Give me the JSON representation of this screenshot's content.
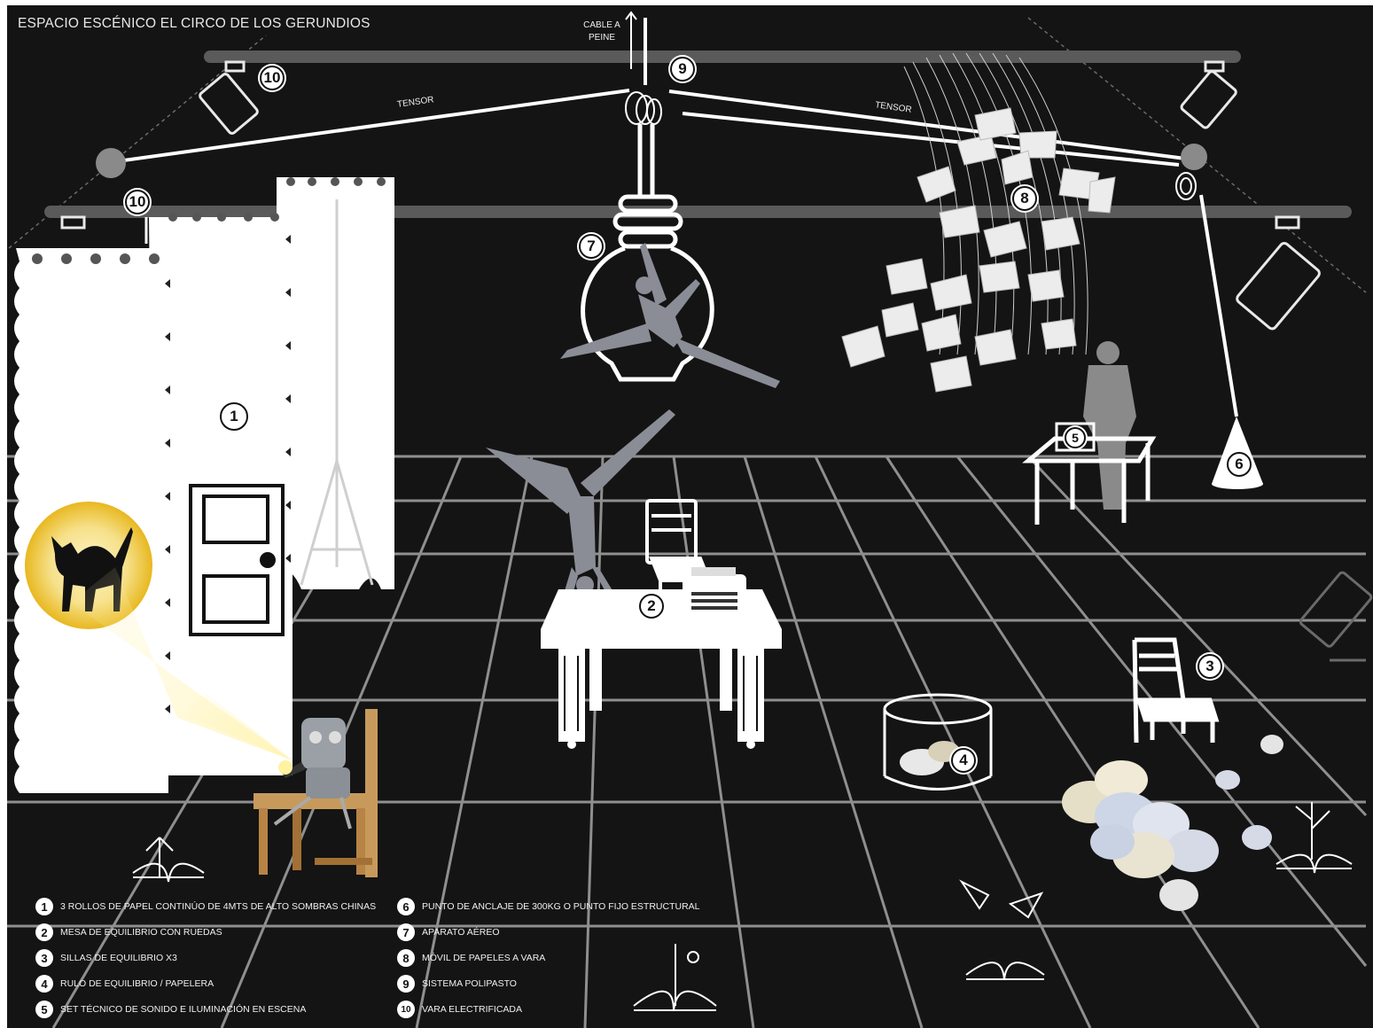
{
  "title": "ESPACIO ESCÉNICO EL CIRCO DE LOS GERUNDIOS",
  "labels": {
    "cable_line1": "CABLE A",
    "cable_line2": "PEINE",
    "tensor_left": "TENSOR",
    "tensor_right": "TENSOR"
  },
  "markers": {
    "m1": "1",
    "m2": "2",
    "m3": "3",
    "m4": "4",
    "m5": "5",
    "m6": "6",
    "m7": "7",
    "m8": "8",
    "m9": "9",
    "m10a": "10",
    "m10b": "10"
  },
  "legend_left": [
    {
      "num": "1",
      "text": "3 ROLLOS DE PAPEL CONTINÚO DE 4MTS DE ALTO SOMBRAS CHINAS"
    },
    {
      "num": "2",
      "text": "MESA DE EQUILIBRIO CON RUEDAS"
    },
    {
      "num": "3",
      "text": "SILLAS DE EQUILIBRIO X3"
    },
    {
      "num": "4",
      "text": "RULO DE EQUILIBRIO / PAPELERA"
    },
    {
      "num": "5",
      "text": "SET TÉCNICO DE SONIDO E ILUMINACIÓN EN ESCENA"
    }
  ],
  "legend_right": [
    {
      "num": "6",
      "text": "PUNTO DE ANCLAJE DE 300KG O PUNTO FIJO ESTRUCTURAL"
    },
    {
      "num": "7",
      "text": "APARATO AÉREO"
    },
    {
      "num": "8",
      "text": "MÓVIL DE PAPELES A VARA"
    },
    {
      "num": "9",
      "text": "SISTEMA POLIPASTO"
    },
    {
      "num": "10",
      "text": "VARA  ELECTRIFICADA"
    }
  ],
  "colors": {
    "background": "#141414",
    "line": "#ffffff",
    "grid": "#9a9a9a",
    "silhouette": "#8a8d96",
    "glow": "#f2d54a"
  }
}
